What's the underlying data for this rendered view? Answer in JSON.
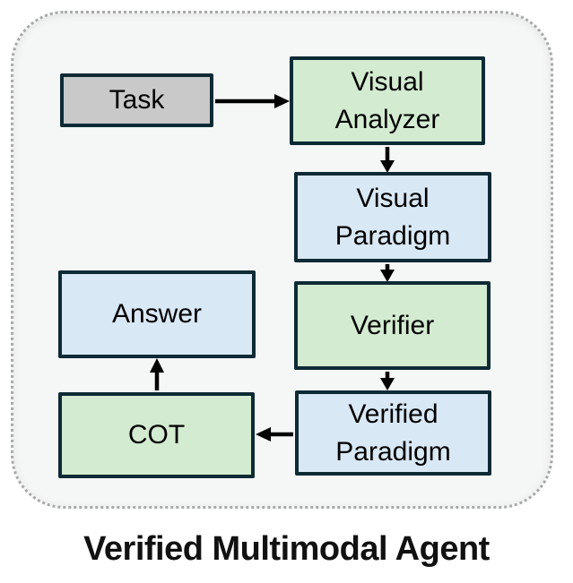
{
  "diagram": {
    "caption": "Verified Multimodal Agent",
    "nodes": [
      {
        "id": "task",
        "label": "Task",
        "fill_color": "#c9c9c9",
        "role": "input"
      },
      {
        "id": "visual-analyzer",
        "label": "Visual Analyzer",
        "fill_color": "#d3ebd0",
        "role": "module"
      },
      {
        "id": "visual-paradigm",
        "label": "Visual Paradigm",
        "fill_color": "#d9e8f5",
        "role": "artifact"
      },
      {
        "id": "verifier",
        "label": "Verifier",
        "fill_color": "#d3ebd0",
        "role": "module"
      },
      {
        "id": "verified-paradigm",
        "label": "Verified Paradigm",
        "fill_color": "#d9e8f5",
        "role": "artifact"
      },
      {
        "id": "cot",
        "label": "COT",
        "fill_color": "#d3ebd0",
        "role": "module"
      },
      {
        "id": "answer",
        "label": "Answer",
        "fill_color": "#d9e8f5",
        "role": "artifact"
      }
    ],
    "edges": [
      {
        "from": "task",
        "to": "visual-analyzer",
        "direction": "right"
      },
      {
        "from": "visual-analyzer",
        "to": "visual-paradigm",
        "direction": "down"
      },
      {
        "from": "visual-paradigm",
        "to": "verifier",
        "direction": "down"
      },
      {
        "from": "verifier",
        "to": "verified-paradigm",
        "direction": "down"
      },
      {
        "from": "verified-paradigm",
        "to": "cot",
        "direction": "left"
      },
      {
        "from": "cot",
        "to": "answer",
        "direction": "up"
      }
    ],
    "colors": {
      "node_border": "#0d2a35",
      "module_fill": "#d3ebd0",
      "artifact_fill": "#d9e8f5",
      "input_fill": "#c9c9c9",
      "frame_border": "#a9a9a9",
      "frame_background": "#f5f6f6",
      "arrow": "#000000",
      "caption_text": "#111111"
    }
  }
}
